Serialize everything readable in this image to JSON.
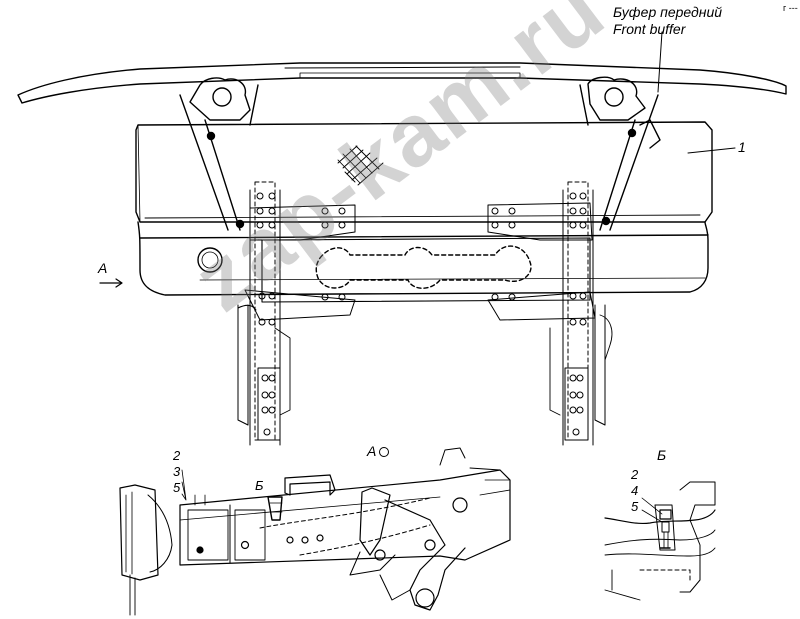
{
  "header_mark": "г ---",
  "buffer_label_ru": "Буфер передний",
  "buffer_label_en": "Front buffer",
  "callout_1": "1",
  "view_arrow_label": "A",
  "view_a_title": "A",
  "section_b_marker": "Б",
  "section_b_title": "Б",
  "left_callouts": [
    "2",
    "3",
    "5"
  ],
  "right_callouts": [
    "2",
    "4",
    "5"
  ],
  "watermark": "zap-kam.ru"
}
